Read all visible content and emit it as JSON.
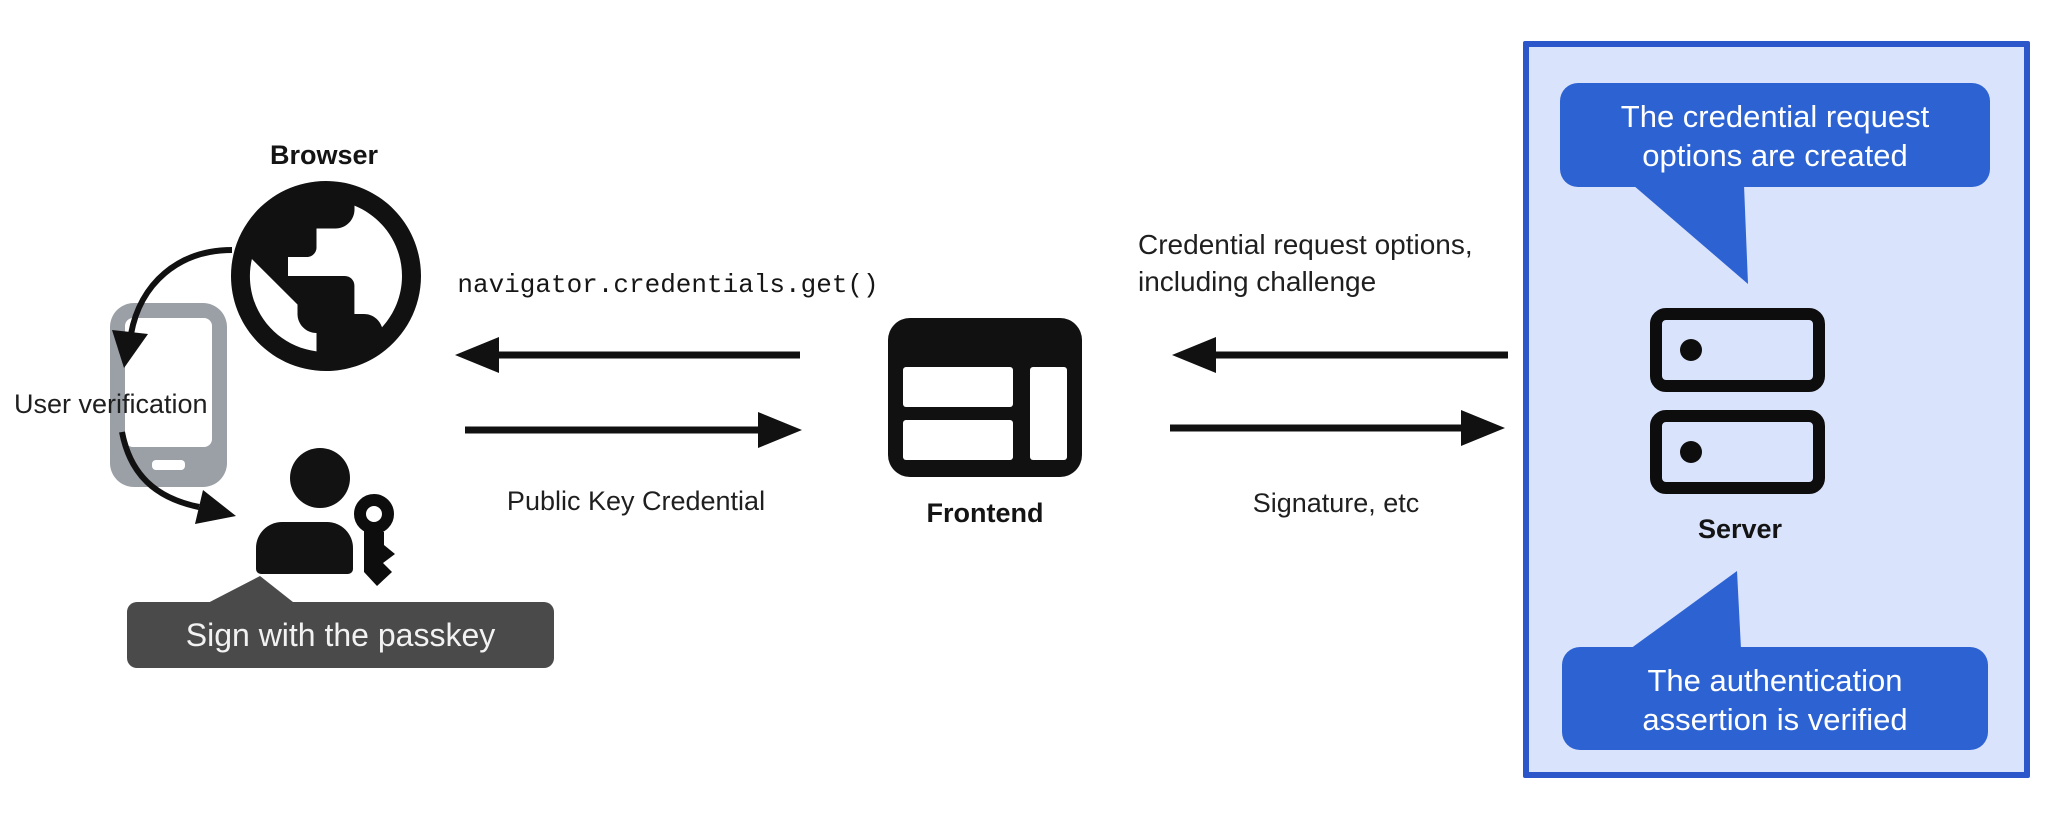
{
  "browser": {
    "label": "Browser",
    "user_verification_label": "User verification",
    "passkey_tooltip": "Sign with the passkey"
  },
  "frontend": {
    "label": "Frontend",
    "api_call": "navigator.credentials.get()",
    "return_label": "Public Key Credential"
  },
  "server": {
    "label": "Server",
    "request_label_line1": "Credential request options,",
    "request_label_line2": "including challenge",
    "return_label": "Signature, etc",
    "bubble_top_line1": "The credential request",
    "bubble_top_line2": "options are created",
    "bubble_bottom_line1": "The authentication",
    "bubble_bottom_line2": "assertion is verified"
  },
  "icons": {
    "browser": "globe-icon",
    "verification_device": "smartphone-icon",
    "user": "person-icon",
    "passkey": "key-icon",
    "frontend": "browser-window-icon",
    "server": "server-stack-icon"
  },
  "colors": {
    "bubble_blue": "#2d62d3",
    "panel_background": "#d9e3fb",
    "panel_border": "#2b57cb",
    "tooltip_gray": "#4a4a4a",
    "phone_gray": "#9aa0a6",
    "ink": "#111111"
  }
}
